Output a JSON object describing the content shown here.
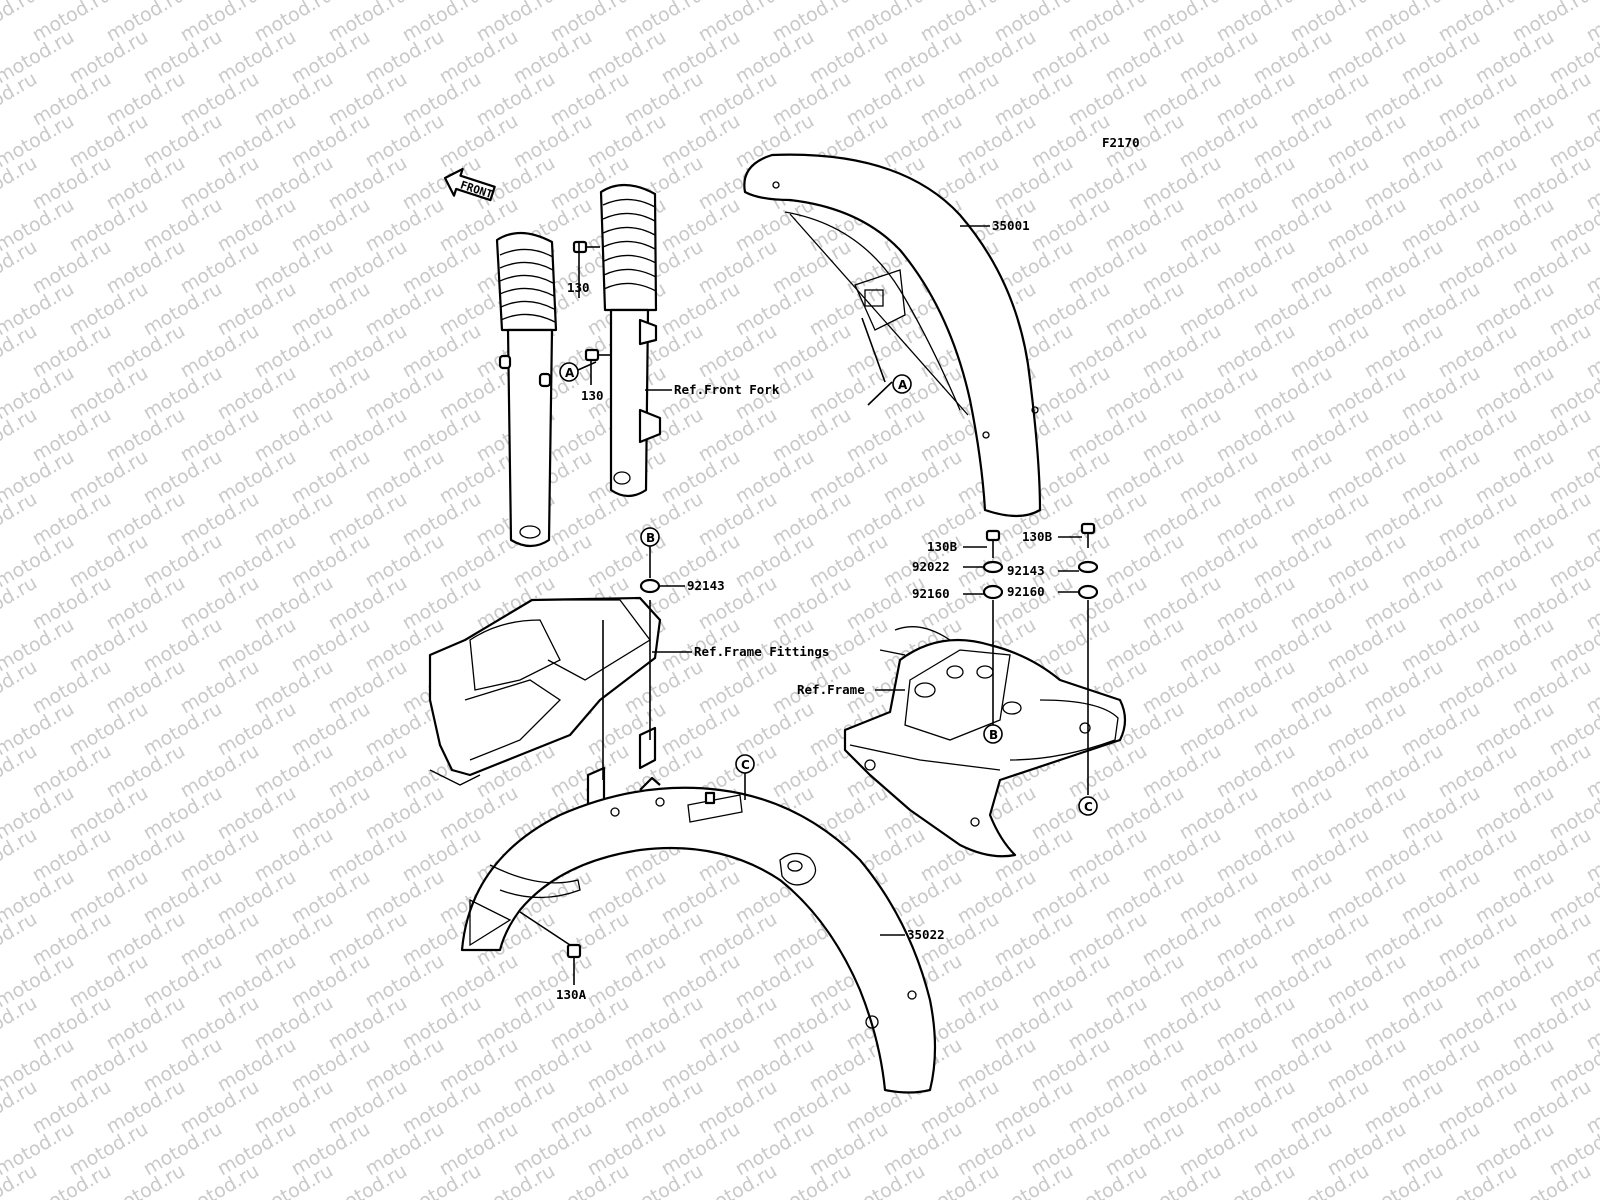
{
  "watermark": {
    "text": "motod.ru",
    "color": "#c9c9c9"
  },
  "diagram_code": "F2170",
  "front_arrow": "FRONT",
  "labels": {
    "p35001": "35001",
    "p35022": "35022",
    "p130_top": "130",
    "p130_bottom": "130",
    "p130A": "130A",
    "p130B_left": "130B",
    "p130B_right": "130B",
    "p92022": "92022",
    "p92143_left": "92143",
    "p92143_right": "92143",
    "p92160_left": "92160",
    "p92160_right": "92160",
    "ref_front_fork": "Ref.Front Fork",
    "ref_frame_fittings": "Ref.Frame Fittings",
    "ref_frame": "Ref.Frame"
  },
  "callouts": {
    "a_fork": "A",
    "a_fender": "A",
    "b_top": "B",
    "b_frame": "B",
    "c_fender": "C",
    "c_frame": "C"
  }
}
